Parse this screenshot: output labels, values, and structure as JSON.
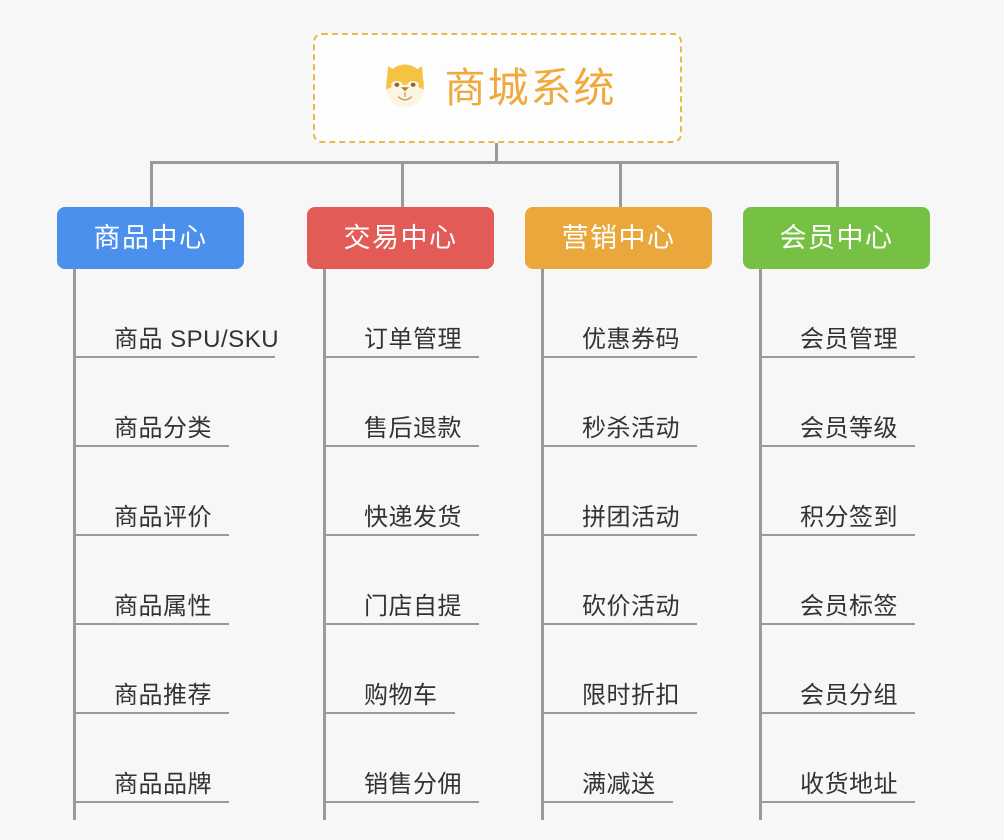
{
  "page": {
    "background_color": "#f7f7f7",
    "line_color": "#9a9a9a",
    "leaf_text_color": "#333333"
  },
  "root": {
    "title": "商城系统",
    "icon": "shiba-dog-face-icon",
    "text_color": "#efa93c",
    "border_color": "#eab94b",
    "background_color": "#fdfdfd"
  },
  "columns": [
    {
      "id": "product-center",
      "label": "商品中心",
      "color": "#4a90ec",
      "items": [
        "商品 SPU/SKU",
        "商品分类",
        "商品评价",
        "商品属性",
        "商品推荐",
        "商品品牌"
      ]
    },
    {
      "id": "trade-center",
      "label": "交易中心",
      "color": "#e25b57",
      "items": [
        "订单管理",
        "售后退款",
        "快递发货",
        "门店自提",
        "购物车",
        "销售分佣"
      ]
    },
    {
      "id": "marketing-center",
      "label": "营销中心",
      "color": "#eaa83c",
      "items": [
        "优惠券码",
        "秒杀活动",
        "拼团活动",
        "砍价活动",
        "限时折扣",
        "满减送"
      ]
    },
    {
      "id": "member-center",
      "label": "会员中心",
      "color": "#76c043",
      "items": [
        "会员管理",
        "会员等级",
        "积分签到",
        "会员标签",
        "会员分组",
        "收货地址"
      ]
    }
  ]
}
